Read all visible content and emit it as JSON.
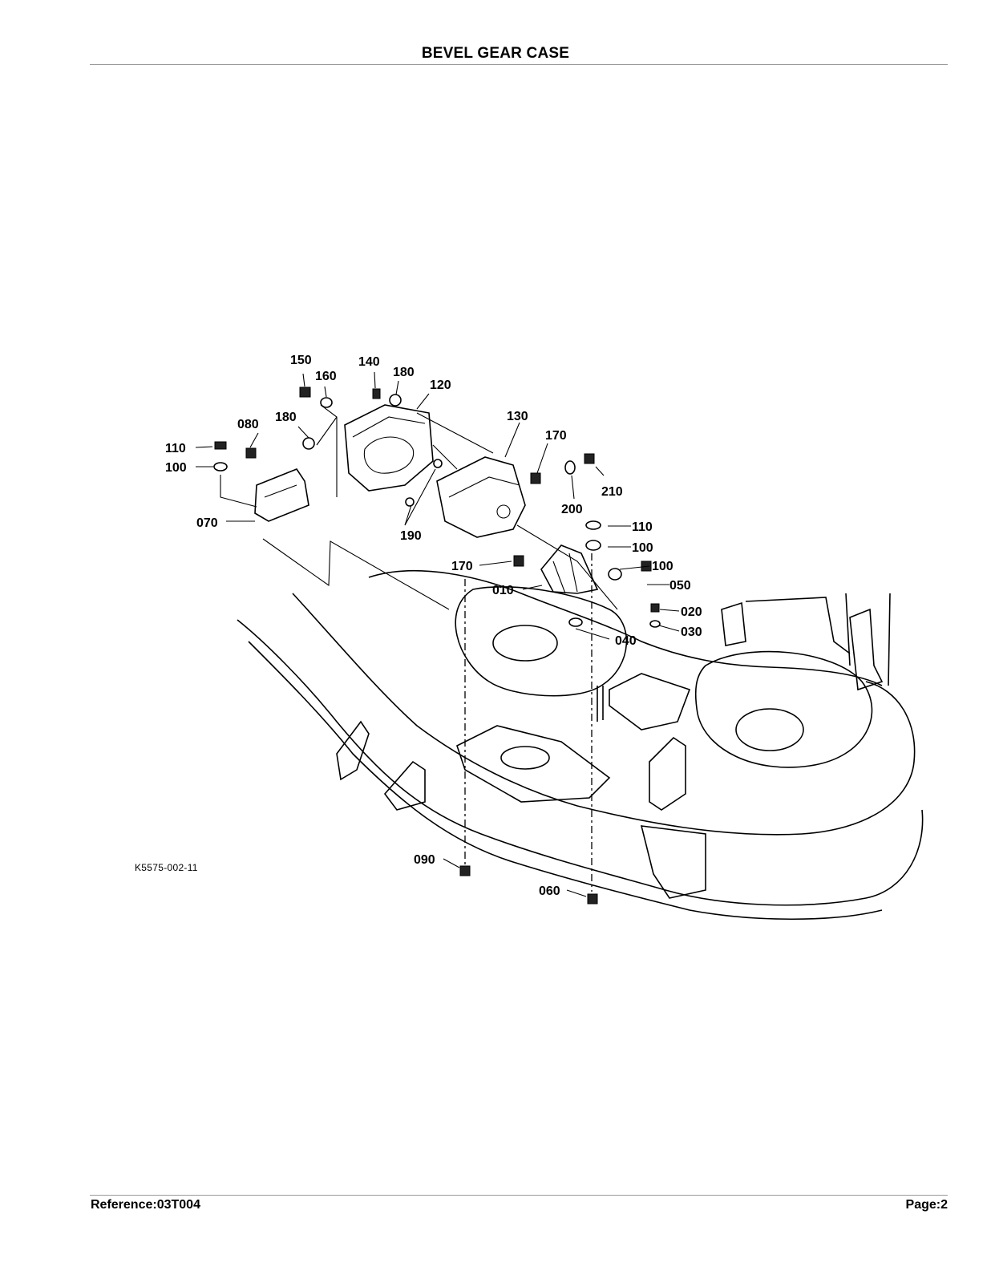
{
  "header": {
    "title": "BEVEL GEAR CASE"
  },
  "footer": {
    "reference": "Reference:03T004",
    "page": "Page:2"
  },
  "figure": {
    "code": "K5575-002-11",
    "callouts": [
      "150",
      "160",
      "140",
      "180",
      "120",
      "180",
      "080",
      "110",
      "100",
      "070",
      "130",
      "170",
      "210",
      "200",
      "190",
      "110",
      "100",
      "170",
      "100",
      "050",
      "010",
      "020",
      "030",
      "040",
      "090",
      "060"
    ]
  }
}
